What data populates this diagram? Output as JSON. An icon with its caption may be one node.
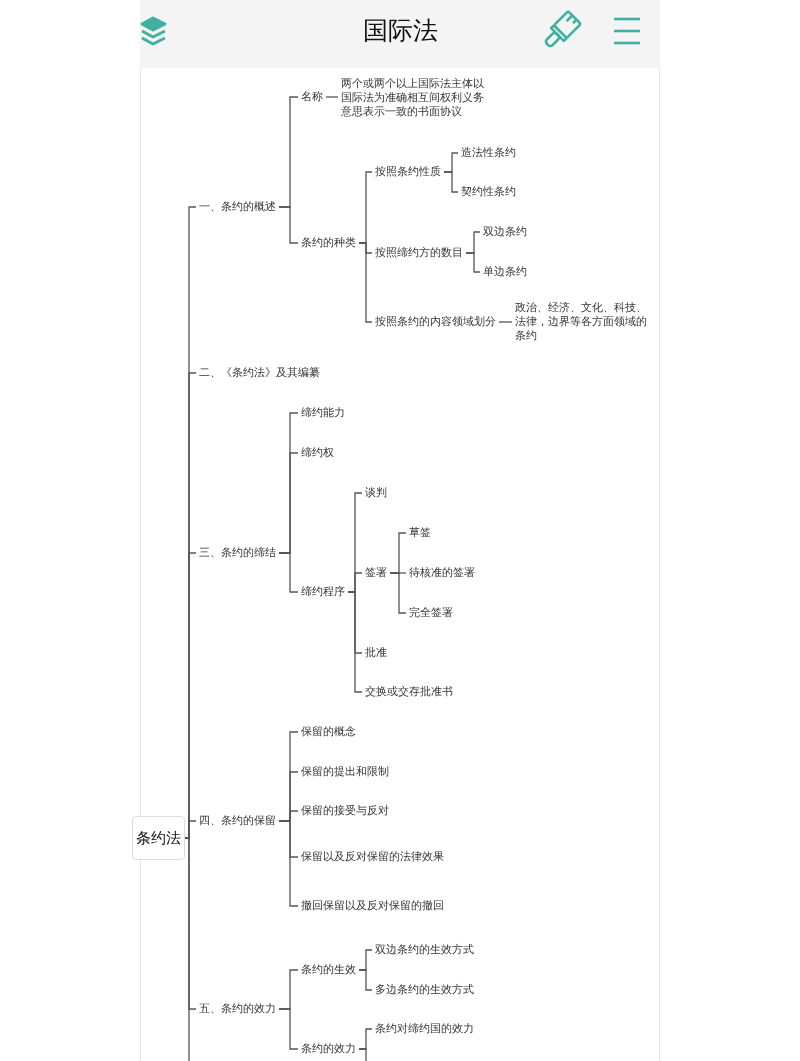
{
  "diagram": {
    "title": "国际法",
    "nodes": [
      {
        "text": [
          "条约法"
        ]
      },
      {
        "text": [
          "一、条约的概述"
        ]
      },
      {
        "text": [
          "名称"
        ]
      },
      {
        "text": [
          "两个或两个以上国际法主体以国际法为准确相互间权利义务意思表示一致的书面协议"
        ]
      },
      {
        "text": [
          "条约的种类"
        ]
      },
      {
        "text": [
          "按照条约性质"
        ]
      },
      {
        "text": [
          "造法性条约"
        ]
      },
      {
        "text": [
          "契约性条约"
        ]
      },
      {
        "text": [
          "按照缔约方的数目"
        ]
      },
      {
        "text": [
          "双边条约"
        ]
      },
      {
        "text": [
          "单边条约"
        ]
      },
      {
        "text": [
          "按照条约的内容领域划分"
        ]
      },
      {
        "text": [
          "政治、经济、文化、科技、法律，边界等各方面领域的条约"
        ]
      },
      {
        "text": [
          "二、《条约法》及其编纂"
        ]
      },
      {
        "text": [
          "三、条约的缔结"
        ]
      },
      {
        "text": [
          "缔约能力"
        ]
      },
      {
        "text": [
          "缔约权"
        ]
      },
      {
        "text": [
          "缔约程序"
        ]
      },
      {
        "text": [
          "谈判"
        ]
      },
      {
        "text": [
          "签署"
        ]
      },
      {
        "text": [
          "草签"
        ]
      },
      {
        "text": [
          "待核准的签署"
        ]
      },
      {
        "text": [
          "完全签署"
        ]
      },
      {
        "text": [
          "批准"
        ]
      },
      {
        "text": [
          "交换或交存批准书"
        ]
      },
      {
        "text": [
          "四、条约的保留"
        ]
      },
      {
        "text": [
          "保留的概念"
        ]
      },
      {
        "text": [
          "保留的提出和限制"
        ]
      },
      {
        "text": [
          "保留的接受与反对"
        ]
      },
      {
        "text": [
          "保留以及反对保留的法律效果"
        ]
      },
      {
        "text": [
          "撤回保留以及反对保留的撤回"
        ]
      },
      {
        "text": [
          "五、条约的效力"
        ]
      },
      {
        "text": [
          "条约的生效"
        ]
      },
      {
        "text": [
          "双边条约的生效方式"
        ]
      },
      {
        "text": [
          "多边条约的生效方式"
        ]
      },
      {
        "text": [
          "条约的效力"
        ]
      },
      {
        "text": [
          "条约对缔约国的效力"
        ]
      }
    ],
    "edges": [
      {
        "from": 0,
        "to": 1,
        "arrow": "none"
      },
      {
        "from": 0,
        "to": 13,
        "arrow": "none"
      },
      {
        "from": 0,
        "to": 14,
        "arrow": "none"
      },
      {
        "from": 0,
        "to": 25,
        "arrow": "none"
      },
      {
        "from": 0,
        "to": 31,
        "arrow": "none"
      },
      {
        "from": 0,
        "to": null,
        "arrow": "none"
      },
      {
        "from": 1,
        "to": 2,
        "arrow": "none"
      },
      {
        "from": 1,
        "to": 4,
        "arrow": "none"
      },
      {
        "from": 2,
        "to": 3,
        "arrow": "none"
      },
      {
        "from": 4,
        "to": 5,
        "arrow": "none"
      },
      {
        "from": 4,
        "to": 8,
        "arrow": "none"
      },
      {
        "from": 4,
        "to": 11,
        "arrow": "none"
      },
      {
        "from": 5,
        "to": 6,
        "arrow": "none"
      },
      {
        "from": 5,
        "to": 7,
        "arrow": "none"
      },
      {
        "from": 8,
        "to": 9,
        "arrow": "none"
      },
      {
        "from": 8,
        "to": 10,
        "arrow": "none"
      },
      {
        "from": 11,
        "to": 12,
        "arrow": "none"
      },
      {
        "from": 14,
        "to": 15,
        "arrow": "none"
      },
      {
        "from": 14,
        "to": 16,
        "arrow": "none"
      },
      {
        "from": 14,
        "to": 17,
        "arrow": "none"
      },
      {
        "from": 17,
        "to": 18,
        "arrow": "none"
      },
      {
        "from": 17,
        "to": 19,
        "arrow": "none"
      },
      {
        "from": 17,
        "to": 23,
        "arrow": "none"
      },
      {
        "from": 17,
        "to": 24,
        "arrow": "none"
      },
      {
        "from": 19,
        "to": 20,
        "arrow": "none"
      },
      {
        "from": 19,
        "to": 21,
        "arrow": "none"
      },
      {
        "from": 19,
        "to": 22,
        "arrow": "none"
      },
      {
        "from": 25,
        "to": 26,
        "arrow": "none"
      },
      {
        "from": 25,
        "to": 27,
        "arrow": "none"
      },
      {
        "from": 25,
        "to": 28,
        "arrow": "none"
      },
      {
        "from": 25,
        "to": 29,
        "arrow": "none"
      },
      {
        "from": 25,
        "to": 30,
        "arrow": "none"
      },
      {
        "from": 31,
        "to": 32,
        "arrow": "none"
      },
      {
        "from": 31,
        "to": 35,
        "arrow": "none"
      },
      {
        "from": 32,
        "to": 33,
        "arrow": "none"
      },
      {
        "from": 32,
        "to": 34,
        "arrow": "none"
      },
      {
        "from": 35,
        "to": 36,
        "arrow": "none"
      },
      {
        "from": 35,
        "to": null,
        "arrow": "none"
      }
    ]
  }
}
